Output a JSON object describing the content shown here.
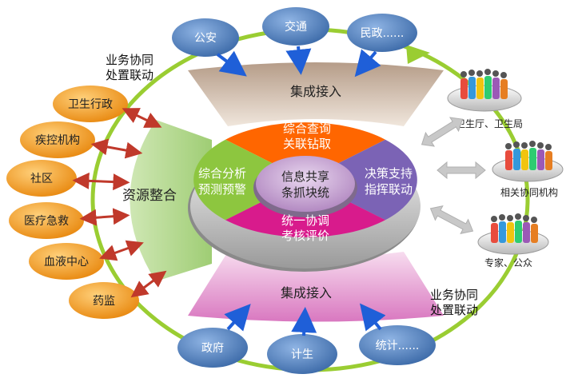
{
  "top_nodes": [
    "公安",
    "交通",
    "民政......"
  ],
  "bottom_nodes": [
    "政府",
    "计生",
    "统计......"
  ],
  "left_nodes": [
    "卫生行政",
    "疾控机构",
    "社区",
    "医疗急救",
    "血液中心",
    "药监"
  ],
  "right_groups": [
    "卫生厅、卫生局",
    "相关协同机构",
    "专家、公众"
  ],
  "business_label_top": [
    "业务协同",
    "处置联动"
  ],
  "business_label_bottom": [
    "业务协同",
    "处置联动"
  ],
  "integration_top": "集成接入",
  "integration_bottom": "集成接入",
  "resource_integration": "资源整合",
  "segments": {
    "top": [
      "综合查询",
      "关联钻取"
    ],
    "left": [
      "综合分析",
      "预测预警"
    ],
    "right": [
      "决策支持",
      "指挥联动"
    ],
    "bottom": [
      "统一协调",
      "考核评价"
    ]
  },
  "center": [
    "信息共享",
    "条抓块统"
  ],
  "colors": {
    "ring_green": "#9acd32",
    "node_blue": "#4f81bd",
    "node_orange": "#f6a023",
    "segment_orange": "#ff6600",
    "segment_green": "#8dc63f",
    "segment_purple": "#7b63b5",
    "segment_magenta": "#d81b8c",
    "arrow_blue": "#1f5fd8",
    "arrow_red": "#c0392b"
  }
}
